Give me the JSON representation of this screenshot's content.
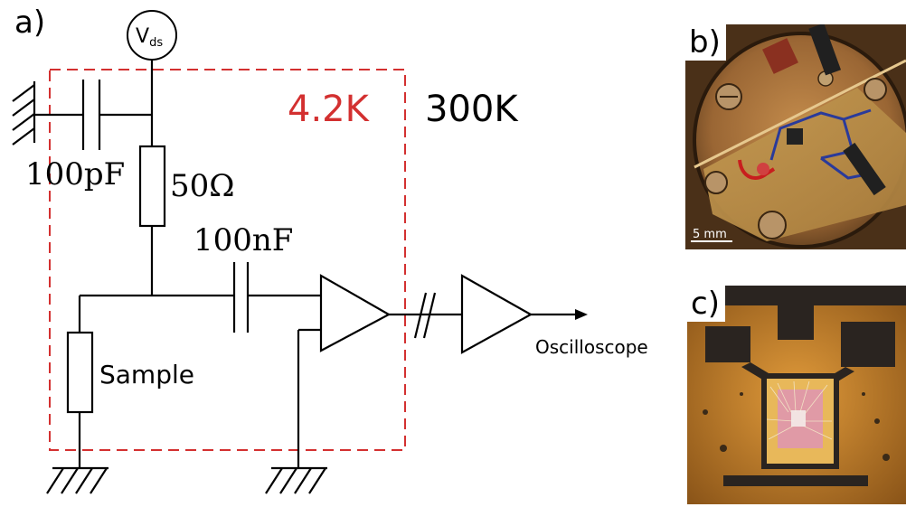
{
  "panels": {
    "a": "a)",
    "b": "b)",
    "c": "c)"
  },
  "circuit": {
    "source_label_main": "V",
    "source_label_sub": "ds",
    "region_cold_label": "4.2K",
    "region_warm_label": "300K",
    "cap1_label": "100pF",
    "resistor_label": "50Ω",
    "cap2_label": "100nF",
    "sample_label": "Sample",
    "output_label": "Oscilloscope"
  },
  "photo_b": {
    "scale_label": "5 mm"
  },
  "colors": {
    "cold_region": "#d33030",
    "wire": "#000000",
    "copper": "#b0733a",
    "pcb_gold": "#d08a2c",
    "chip_pink": "#e09aa6"
  }
}
